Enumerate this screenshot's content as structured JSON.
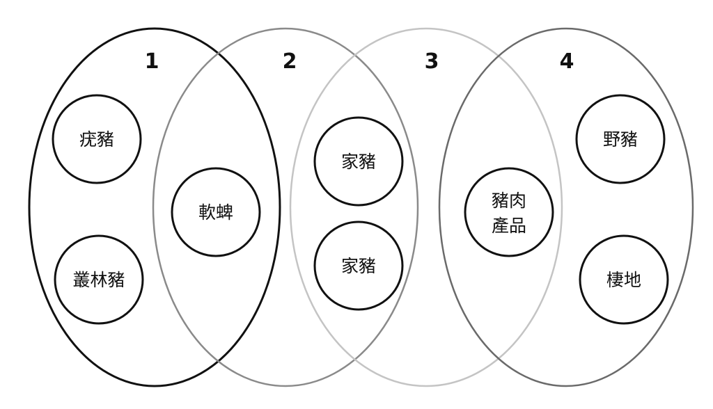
{
  "groups": [
    {
      "number": "1",
      "color": "#111111"
    },
    {
      "number": "2",
      "color": "#8a8a8a"
    },
    {
      "number": "3",
      "color": "#c4c4c4"
    },
    {
      "number": "4",
      "color": "#6a6a6a"
    }
  ],
  "nodes": [
    {
      "label": "疣豬"
    },
    {
      "label": "叢林豬"
    },
    {
      "label": "軟蜱"
    },
    {
      "label": "家豬"
    },
    {
      "label": "家豬"
    },
    {
      "label": "豬肉",
      "label2": "產品"
    },
    {
      "label": "野豬"
    },
    {
      "label": "棲地"
    }
  ]
}
